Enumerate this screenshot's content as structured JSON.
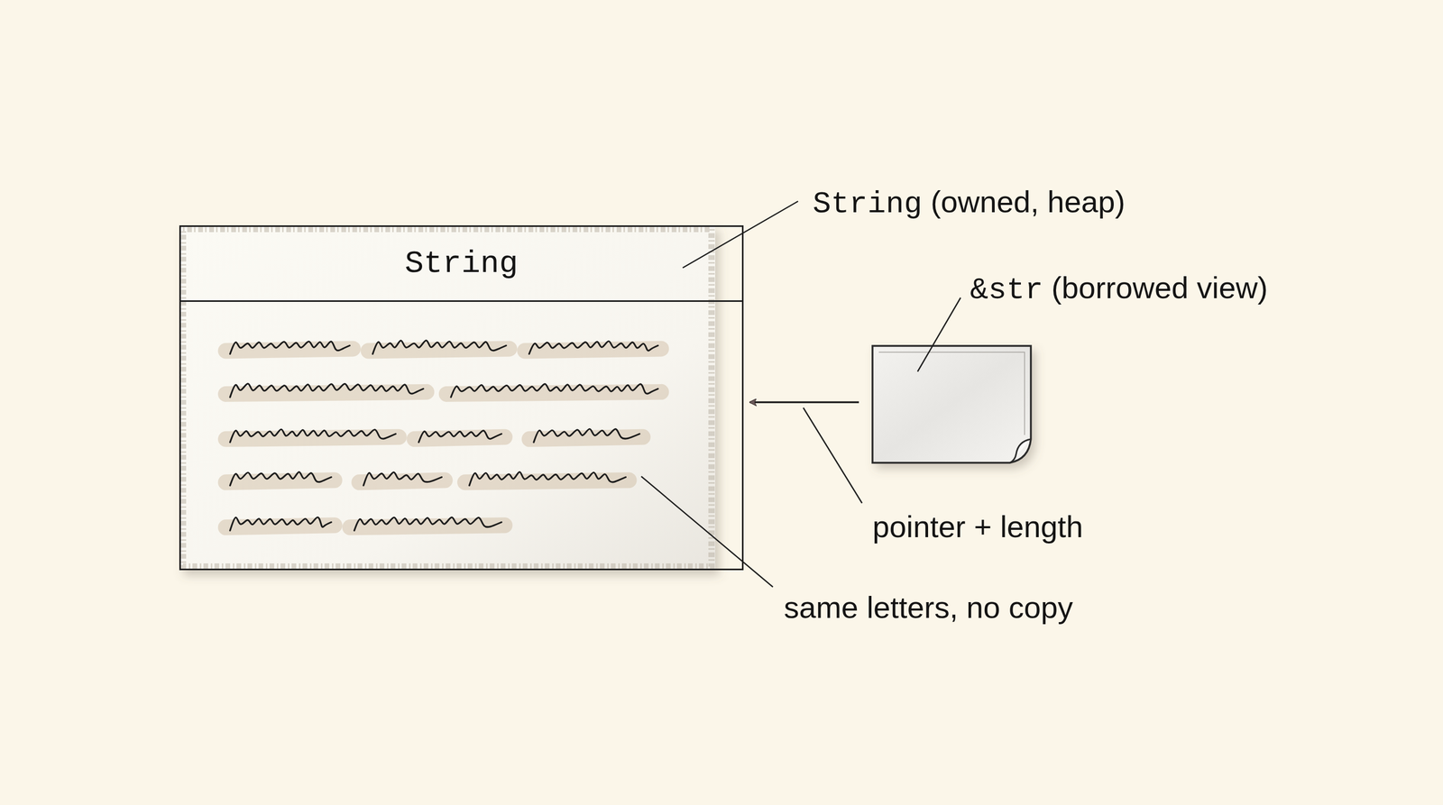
{
  "diagram": {
    "nodes": [
      {
        "text": [
          "String"
        ]
      },
      {
        "text": [
          "&str (borrowed view)"
        ]
      }
    ],
    "edges": [
      {
        "from": 1,
        "to": 0,
        "arrow": "to",
        "label": "pointer + length"
      }
    ],
    "labels": [
      "String (owned, heap)",
      "same letters, no copy"
    ]
  }
}
